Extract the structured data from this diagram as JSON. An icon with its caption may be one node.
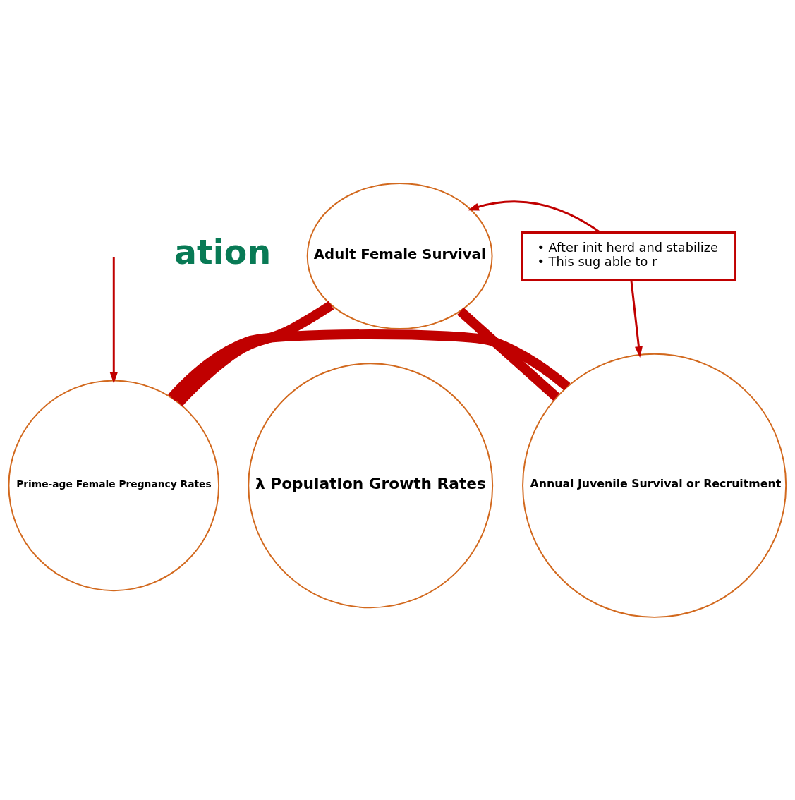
{
  "diagram": {
    "nodes": [
      {
        "text": [
          "Adult Female Survival"
        ]
      },
      {
        "text": [
          "λ Population Growth Rates"
        ]
      },
      {
        "text": [
          "Prime-age Female Pregnancy Rates"
        ]
      },
      {
        "text": [
          "Annual Juvenile Survival or Recruitment"
        ]
      },
      {
        "text": [
          "• After init herd and stabilize",
          "• This sug able to r"
        ]
      }
    ],
    "edges": [
      {
        "from": 0,
        "to": 3,
        "arrow": "none",
        "style": "thick"
      },
      {
        "from": 3,
        "to": 2,
        "arrow": "none",
        "style": "thick"
      },
      {
        "from": 2,
        "to": 0,
        "arrow": "none",
        "style": "thick"
      },
      {
        "from": 4,
        "to": 0,
        "arrow": "to"
      },
      {
        "from": 4,
        "to": 3,
        "arrow": "to"
      },
      {
        "from": null,
        "to": 2,
        "arrow": "to"
      }
    ],
    "labels": [
      "ation"
    ]
  }
}
